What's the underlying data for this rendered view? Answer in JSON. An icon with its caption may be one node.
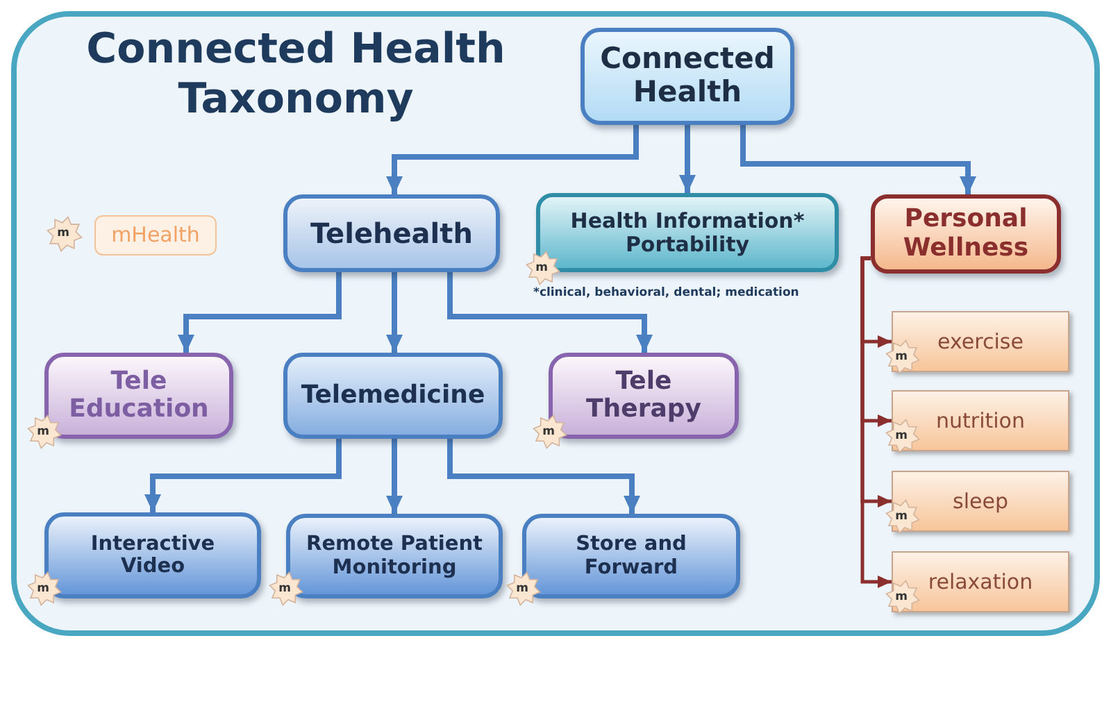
{
  "diagram": {
    "title": "Connected Health Taxonomy",
    "nodes": [
      {
        "text": [
          "Connected Health"
        ]
      },
      {
        "text": [
          "m"
        ]
      },
      {
        "text": [
          "mHealth"
        ]
      },
      {
        "text": [
          "Telehealth"
        ]
      },
      {
        "text": [
          "Health Information* Portability"
        ]
      },
      {
        "text": [
          "m"
        ]
      },
      {
        "text": [
          "Personal Wellness"
        ]
      },
      {
        "text": [
          "exercise"
        ]
      },
      {
        "text": [
          "m"
        ]
      },
      {
        "text": [
          "nutrition"
        ]
      },
      {
        "text": [
          "m"
        ]
      },
      {
        "text": [
          "sleep"
        ]
      },
      {
        "text": [
          "m"
        ]
      },
      {
        "text": [
          "relaxation"
        ]
      },
      {
        "text": [
          "m"
        ]
      },
      {
        "text": [
          "Tele Education"
        ]
      },
      {
        "text": [
          "m"
        ]
      },
      {
        "text": [
          "Telemedicine"
        ]
      },
      {
        "text": [
          "Tele Therapy"
        ]
      },
      {
        "text": [
          "m"
        ]
      },
      {
        "text": [
          "Interactive Video"
        ]
      },
      {
        "text": [
          "m"
        ]
      },
      {
        "text": [
          "Remote Patient Monitoring"
        ]
      },
      {
        "text": [
          "m"
        ]
      },
      {
        "text": [
          "Store and Forward"
        ]
      },
      {
        "text": [
          "m"
        ]
      }
    ],
    "edges": [
      {
        "from": 0,
        "to": 3,
        "arrow": "to"
      },
      {
        "from": 0,
        "to": 4,
        "arrow": "to"
      },
      {
        "from": 0,
        "to": 6,
        "arrow": "to"
      },
      {
        "from": 3,
        "to": 15,
        "arrow": "to"
      },
      {
        "from": 3,
        "to": 17,
        "arrow": "to"
      },
      {
        "from": 3,
        "to": 18,
        "arrow": "to"
      },
      {
        "from": 17,
        "to": 20,
        "arrow": "to"
      },
      {
        "from": 17,
        "to": 22,
        "arrow": "to"
      },
      {
        "from": 17,
        "to": 24,
        "arrow": "to"
      },
      {
        "from": 6,
        "to": 7,
        "arrow": "to",
        "color": "#8a2e2e"
      },
      {
        "from": 6,
        "to": 9,
        "arrow": "to",
        "color": "#8a2e2e"
      },
      {
        "from": 6,
        "to": 11,
        "arrow": "to",
        "color": "#8a2e2e"
      },
      {
        "from": 6,
        "to": 13,
        "arrow": "to",
        "color": "#8a2e2e"
      }
    ],
    "labels": [
      "*clinical, behavioral, dental; medication"
    ]
  }
}
